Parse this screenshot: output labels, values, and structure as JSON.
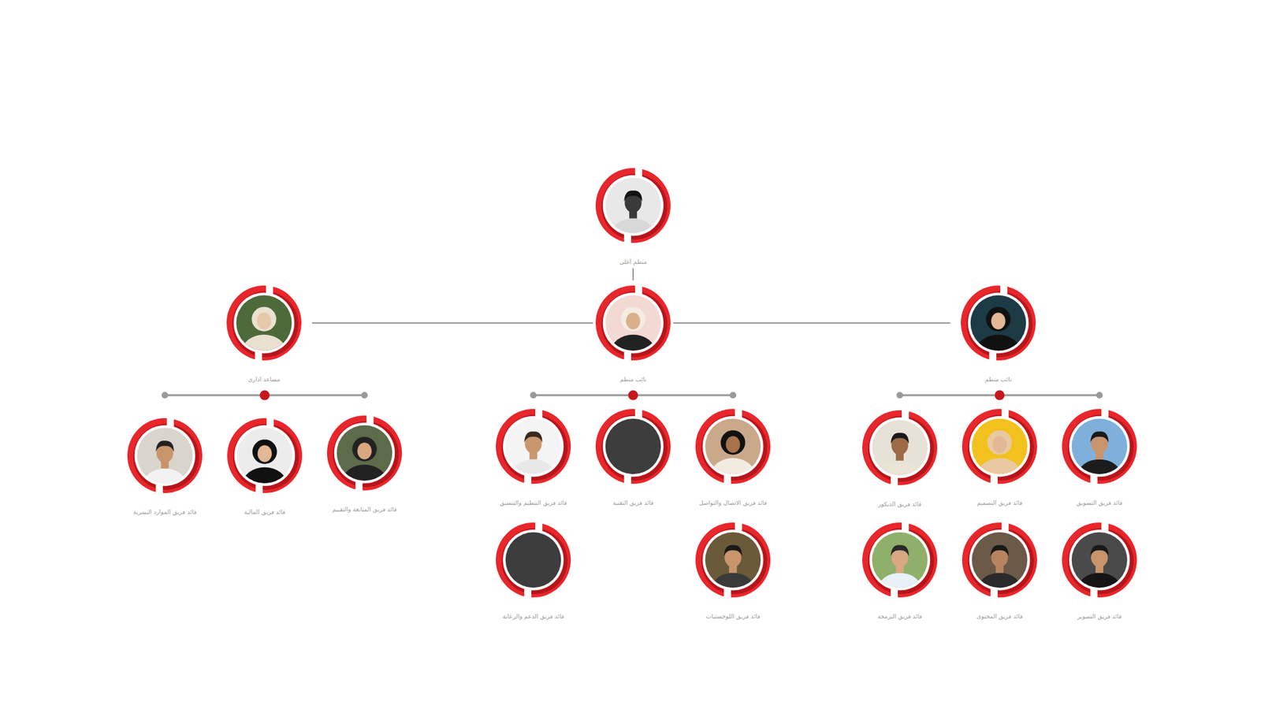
{
  "diagram": {
    "nodes": [
      {
        "text": [
          "منظم أعلى"
        ]
      },
      {
        "text": [
          "مساعد اداري"
        ]
      },
      {
        "text": [
          "نائب منظم"
        ]
      },
      {
        "text": [
          "نائب منظم"
        ]
      },
      {
        "text": [
          "قائد فريق الموارد البشرية"
        ]
      },
      {
        "text": [
          "قائد فريق المالية"
        ]
      },
      {
        "text": [
          "قائد فريق المتابعة والتقييم"
        ]
      },
      {
        "text": [
          "قائد فريق التنظيم والتنسيق"
        ]
      },
      {
        "text": [
          "قائد فريق التقنية"
        ]
      },
      {
        "text": [
          "قائد فريق الاتصال والتواصل"
        ]
      },
      {
        "text": [
          "قائد فريق الديكور"
        ]
      },
      {
        "text": [
          "قائد فريق التصميم"
        ]
      },
      {
        "text": [
          "قائد فريق التسويق"
        ]
      },
      {
        "text": [
          "قائد فريق الدعم والرعاية"
        ]
      },
      {
        "text": [
          "قائد فريق اللوجستيات"
        ]
      },
      {
        "text": [
          "قائد فريق البرمجة"
        ]
      },
      {
        "text": [
          "قائد فريق المحتوى"
        ]
      },
      {
        "text": [
          "قائد فريق التصوير"
        ]
      }
    ],
    "edges": [
      {
        "from": 0,
        "to": 2,
        "arrow": "none"
      },
      {
        "from": 2,
        "to": 1,
        "arrow": "none"
      },
      {
        "from": 2,
        "to": 3,
        "arrow": "none"
      }
    ]
  }
}
